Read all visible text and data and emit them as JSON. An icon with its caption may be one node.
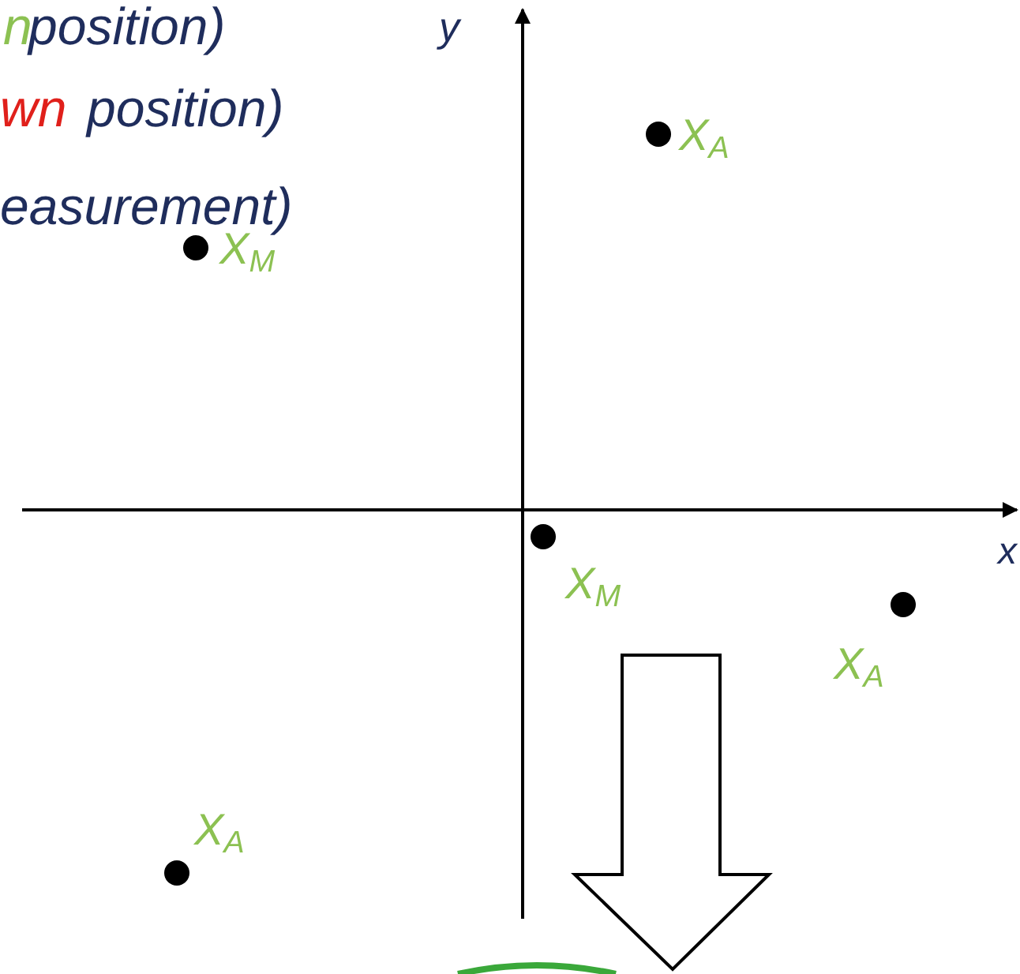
{
  "diagram": {
    "labels": [
      "n",
      "position)",
      "y",
      "wn",
      "position)",
      "X$_{A}$",
      "easurement)",
      "X$_{M}$",
      "x",
      "X$_{M}$",
      "X$_{A}$",
      "X$_{A}$"
    ]
  }
}
